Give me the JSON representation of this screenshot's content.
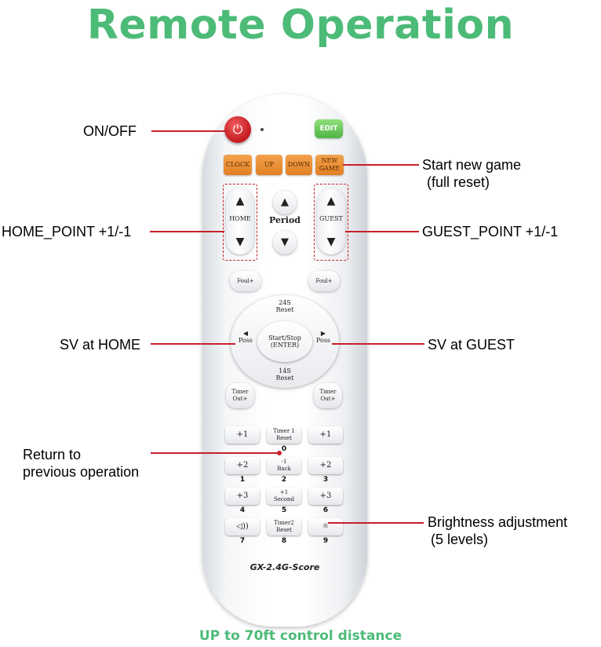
{
  "title": "Remote Operation",
  "footer": "UP to 70ft control distance",
  "labels": {
    "on_off": "ON/OFF",
    "start_new_game_1": "Start new game",
    "start_new_game_2": "(full reset)",
    "home_point": "HOME_POINT +1/-1",
    "guest_point": "GUEST_POINT +1/-1",
    "sv_home": "SV at HOME",
    "sv_guest": "SV at GUEST",
    "return_1": "Return to",
    "return_2": "previous operation",
    "brightness_1": "Brightness adjustment",
    "brightness_2": "(5 levels)"
  },
  "remote": {
    "power_symbol": "⏻",
    "edit": "EDIT",
    "top_row": [
      "CLOCK",
      "UP",
      "DOWN",
      "NEW GAME"
    ],
    "home": "HOME",
    "guest": "GUEST",
    "period": "Period",
    "foul_left": "Foul+",
    "foul_right": "Foul+",
    "reset24_1": "24S",
    "reset24_2": "Reset",
    "reset14_1": "14S",
    "reset14_2": "Reset",
    "start_1": "Start/Stop",
    "start_2": "(ENTER)",
    "poss_left": "Poss",
    "poss_right": "Poss",
    "timeout_left_1": "Timer",
    "timeout_left_2": "Out+",
    "timeout_right_1": "Timer",
    "timeout_right_2": "Out+",
    "keys": {
      "r1c1": "+1",
      "r1c2a": "Timer 1",
      "r1c2b": "Reset",
      "r1c3": "+1",
      "r2c1": "+2",
      "r2c2a": "-1",
      "r2c2b": "Back",
      "r2c3": "+2",
      "r3c1": "+3",
      "r3c2a": "+1",
      "r3c2b": "Second",
      "r3c3": "+3",
      "r4c1": "◁))",
      "r4c2a": "Timer2",
      "r4c2b": "Reset",
      "r4c3": "☼"
    },
    "nums": [
      "0",
      "1",
      "2",
      "3",
      "4",
      "5",
      "6",
      "7",
      "8",
      "9"
    ],
    "model": "GX-2.4G-Score"
  },
  "colors": {
    "title_green": "#4dbb78",
    "pointer_red": "#c8202a",
    "power_red": "#d62b2f",
    "edit_green": "#5cc04f",
    "orange": "#e8892c"
  }
}
